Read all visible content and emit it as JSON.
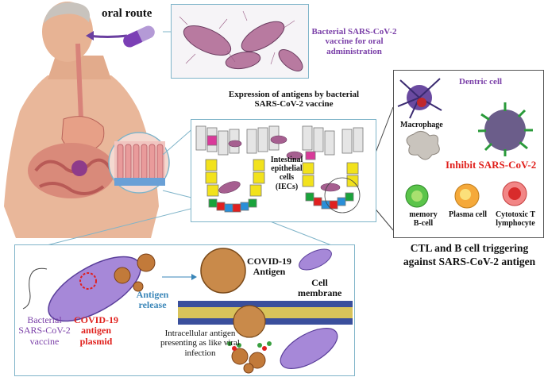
{
  "top": {
    "oral_route": "oral route",
    "vaccine_label": "Bacterial SARS-CoV-2 vaccine for oral administration"
  },
  "middle": {
    "expression_title": "Expression of antigens by bacterial SARS-CoV-2 vaccine",
    "iec_label": "Intestinal epithelial cells (IECs)"
  },
  "immune_panel": {
    "dendritic": "Dentric cell",
    "macrophage": "Macrophage",
    "inhibit": "Inhibit SARS-CoV-2",
    "memory": "memory B-cell",
    "plasma": "Plasma cell",
    "cytotoxic": "Cytotoxic T lymphocyte"
  },
  "ctl_caption": "CTL and B cell triggering against SARS-CoV-2 antigen",
  "bottom": {
    "bacterial_vaccine": "Bacterial SARS-CoV-2 vaccine",
    "plasmid": "COVID-19 antigen plasmid",
    "antigen_release": "Antigen release",
    "covid_antigen": "COVID-19 Antigen",
    "cell_membrane": "Cell membrane",
    "intracellular": "Intracellular antigen presenting as like viral infection"
  },
  "colors": {
    "purple": "#7a3fa8",
    "red": "#e0201c",
    "blue": "#3a86b8",
    "yellow": "#f2e21c"
  }
}
